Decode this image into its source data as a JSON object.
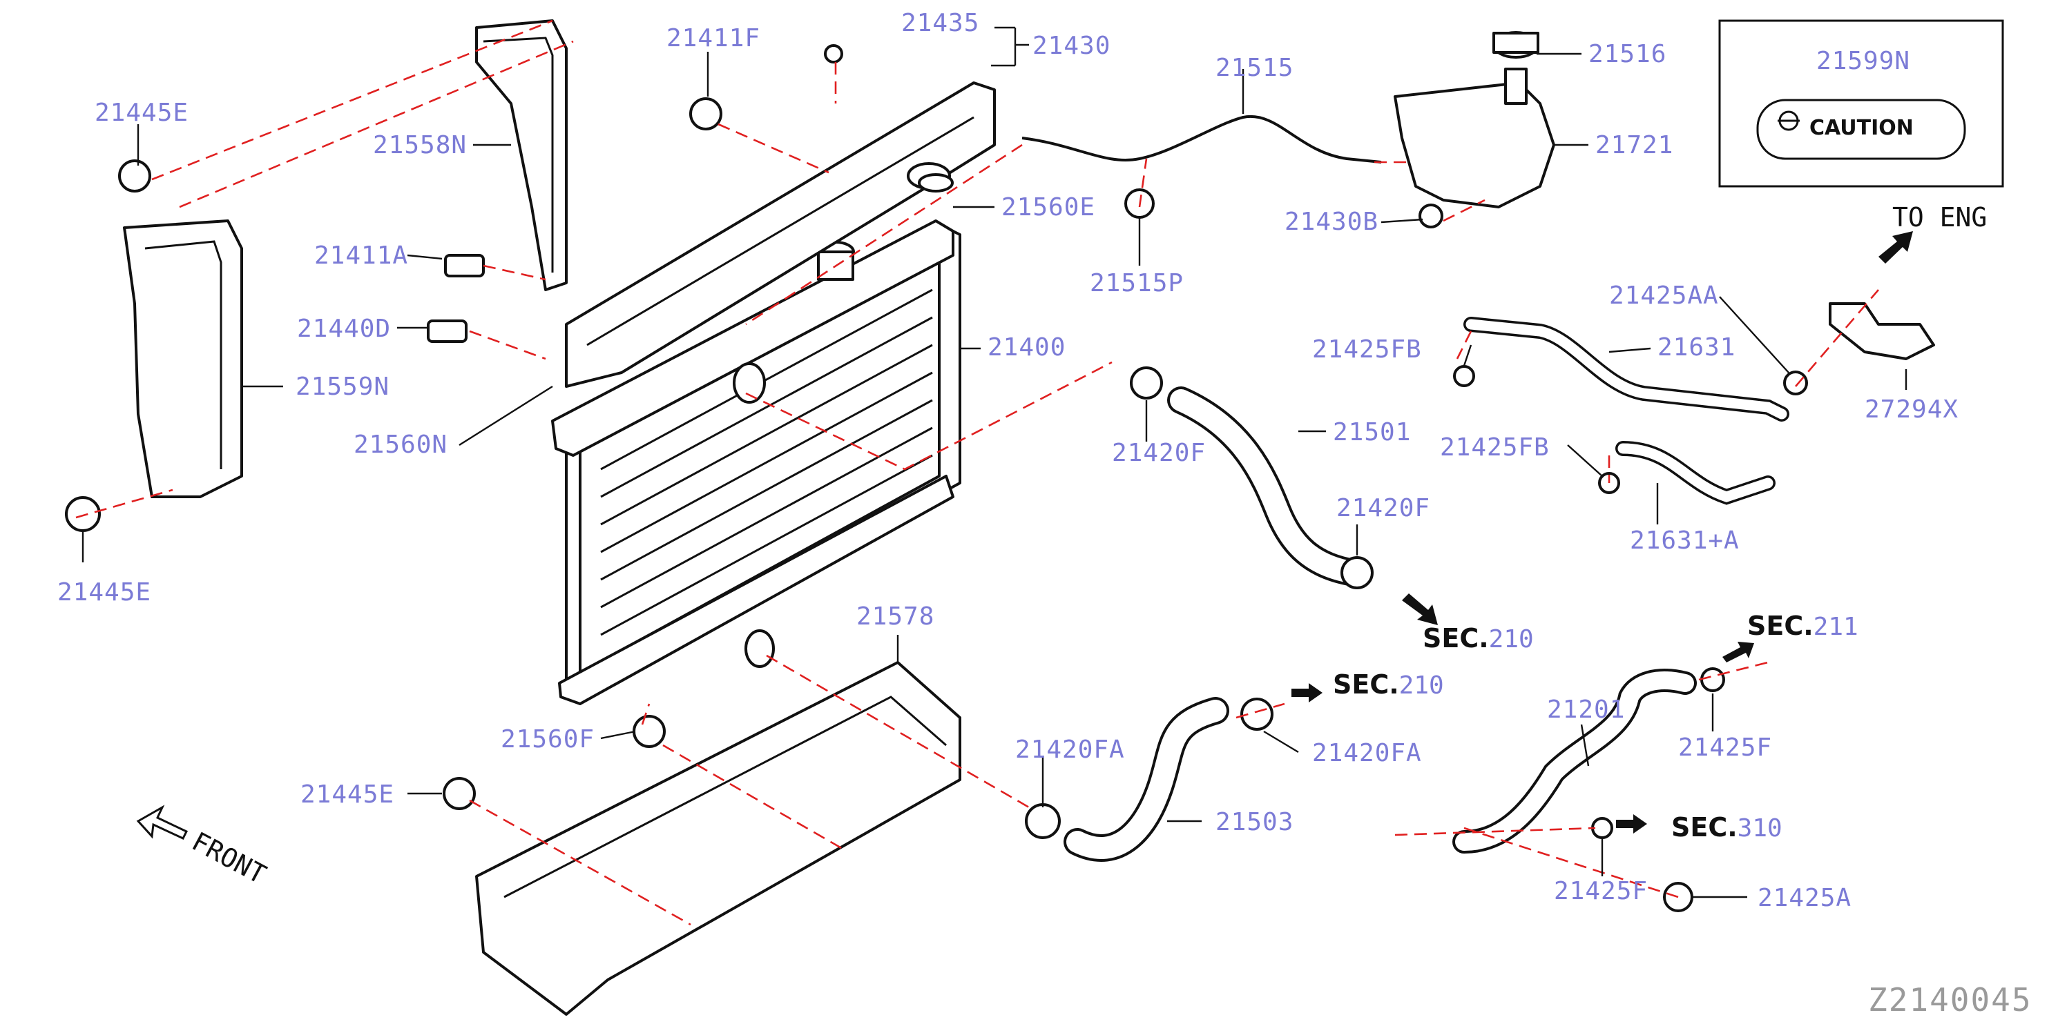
{
  "diagram_id": "Z2140045",
  "parts": [
    {
      "key": "p21445E_top",
      "label": "21445E"
    },
    {
      "key": "p21558N",
      "label": "21558N"
    },
    {
      "key": "p21411A",
      "label": "21411A"
    },
    {
      "key": "p21440D",
      "label": "21440D"
    },
    {
      "key": "p21559N",
      "label": "21559N"
    },
    {
      "key": "p21560N",
      "label": "21560N"
    },
    {
      "key": "p21445E_bottom",
      "label": "21445E"
    },
    {
      "key": "p21411F",
      "label": "21411F"
    },
    {
      "key": "p21435",
      "label": "21435"
    },
    {
      "key": "p21430",
      "label": "21430"
    },
    {
      "key": "p21515",
      "label": "21515"
    },
    {
      "key": "p21516",
      "label": "21516"
    },
    {
      "key": "p21721",
      "label": "21721"
    },
    {
      "key": "p21599N",
      "label": "21599N"
    },
    {
      "key": "p21560E",
      "label": "21560E"
    },
    {
      "key": "p21515P",
      "label": "21515P"
    },
    {
      "key": "p21430B",
      "label": "21430B"
    },
    {
      "key": "p21400",
      "label": "21400"
    },
    {
      "key": "p21425AA",
      "label": "21425AA"
    },
    {
      "key": "p21425FB_top",
      "label": "21425FB"
    },
    {
      "key": "p21631",
      "label": "21631"
    },
    {
      "key": "p27294X",
      "label": "27294X"
    },
    {
      "key": "p21501",
      "label": "21501"
    },
    {
      "key": "p21420F_top",
      "label": "21420F"
    },
    {
      "key": "p21425FB_bottom",
      "label": "21425FB"
    },
    {
      "key": "p21420F_mid",
      "label": "21420F"
    },
    {
      "key": "p21631A",
      "label": "21631+A"
    },
    {
      "key": "p21578",
      "label": "21578"
    },
    {
      "key": "p21560F",
      "label": "21560F"
    },
    {
      "key": "p21445E_low",
      "label": "21445E"
    },
    {
      "key": "p21420FA_left",
      "label": "21420FA"
    },
    {
      "key": "p21420FA_right",
      "label": "21420FA"
    },
    {
      "key": "p21503",
      "label": "21503"
    },
    {
      "key": "p21201",
      "label": "21201"
    },
    {
      "key": "p21425F_top",
      "label": "21425F"
    },
    {
      "key": "p21425F_bottom",
      "label": "21425F"
    },
    {
      "key": "p21425A",
      "label": "21425A"
    }
  ],
  "section_refs": [
    {
      "key": "sec_a",
      "prefix": "SEC.",
      "number": "210"
    },
    {
      "key": "sec_b",
      "prefix": "SEC.",
      "number": "210"
    },
    {
      "key": "sec_c",
      "prefix": "SEC.",
      "number": "211"
    },
    {
      "key": "sec_d",
      "prefix": "SEC.",
      "number": "310"
    }
  ],
  "caution_label": "CAUTION",
  "to_engine_label": "TO ENG",
  "front_label": "FRONT",
  "colors": {
    "part_label": "#7b7bd6",
    "dashed_line": "#e02020",
    "line_art": "#111111"
  }
}
